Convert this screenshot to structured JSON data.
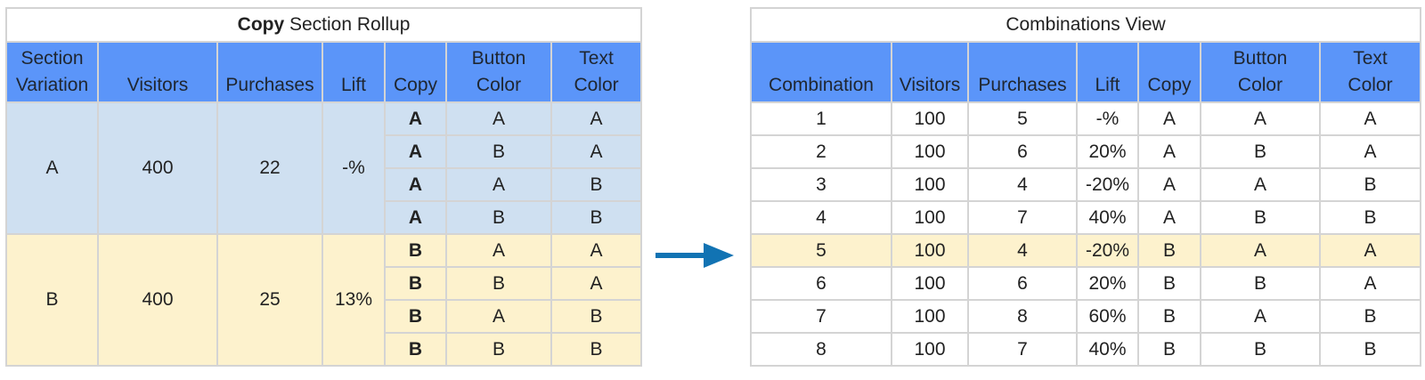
{
  "rollup": {
    "title_bold": "Copy",
    "title_rest": " Section Rollup",
    "headers": {
      "section_variation_1": "Section",
      "section_variation_2": "Variation",
      "visitors": "Visitors",
      "purchases": "Purchases",
      "lift": "Lift",
      "copy": "Copy",
      "button_color_1": "Button",
      "button_color_2": "Color",
      "text_color_1": "Text",
      "text_color_2": "Color"
    },
    "groups": [
      {
        "variation": "A",
        "visitors": "400",
        "purchases": "22",
        "lift": "-%",
        "rows": [
          {
            "copy": "A",
            "button": "A",
            "text": "A"
          },
          {
            "copy": "A",
            "button": "B",
            "text": "A"
          },
          {
            "copy": "A",
            "button": "A",
            "text": "B"
          },
          {
            "copy": "A",
            "button": "B",
            "text": "B"
          }
        ]
      },
      {
        "variation": "B",
        "visitors": "400",
        "purchases": "25",
        "lift": "13%",
        "rows": [
          {
            "copy": "B",
            "button": "A",
            "text": "A"
          },
          {
            "copy": "B",
            "button": "B",
            "text": "A"
          },
          {
            "copy": "B",
            "button": "A",
            "text": "B"
          },
          {
            "copy": "B",
            "button": "B",
            "text": "B"
          }
        ]
      }
    ]
  },
  "combinations": {
    "title": "Combinations View",
    "headers": {
      "combination": "Combination",
      "visitors": "Visitors",
      "purchases": "Purchases",
      "lift": "Lift",
      "copy": "Copy",
      "button_color_1": "Button",
      "button_color_2": "Color",
      "text_color_1": "Text",
      "text_color_2": "Color"
    },
    "rows": [
      {
        "combination": "1",
        "visitors": "100",
        "purchases": "5",
        "lift": "-%",
        "copy": "A",
        "button": "A",
        "text": "A"
      },
      {
        "combination": "2",
        "visitors": "100",
        "purchases": "6",
        "lift": "20%",
        "copy": "A",
        "button": "B",
        "text": "A"
      },
      {
        "combination": "3",
        "visitors": "100",
        "purchases": "4",
        "lift": "-20%",
        "copy": "A",
        "button": "A",
        "text": "B"
      },
      {
        "combination": "4",
        "visitors": "100",
        "purchases": "7",
        "lift": "40%",
        "copy": "A",
        "button": "B",
        "text": "B"
      },
      {
        "combination": "5",
        "visitors": "100",
        "purchases": "4",
        "lift": "-20%",
        "copy": "B",
        "button": "A",
        "text": "A"
      },
      {
        "combination": "6",
        "visitors": "100",
        "purchases": "6",
        "lift": "20%",
        "copy": "B",
        "button": "B",
        "text": "A"
      },
      {
        "combination": "7",
        "visitors": "100",
        "purchases": "8",
        "lift": "60%",
        "copy": "B",
        "button": "A",
        "text": "B"
      },
      {
        "combination": "8",
        "visitors": "100",
        "purchases": "7",
        "lift": "40%",
        "copy": "B",
        "button": "B",
        "text": "B"
      }
    ],
    "highlighted_row": 5
  },
  "colors": {
    "header_blue": "#5b95f9",
    "group_a_blue": "#cfe0f1",
    "group_b_yellow": "#fdf2cd",
    "arrow_blue": "#1173b3"
  },
  "arrow_icon": "right-arrow-icon"
}
